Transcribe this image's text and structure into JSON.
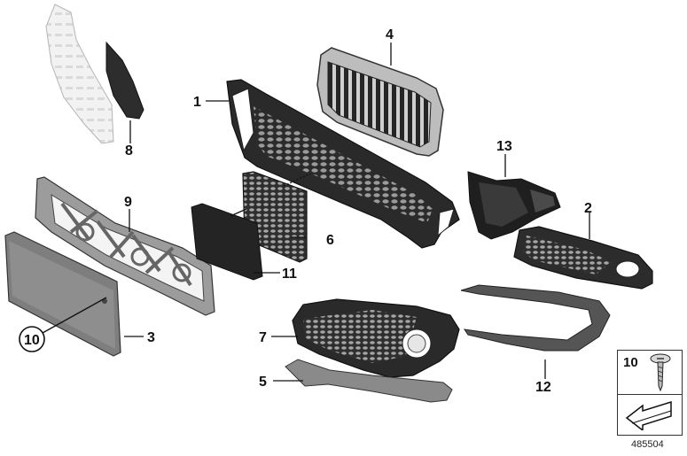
{
  "callouts": {
    "c1": "1",
    "c2": "2",
    "c3": "3",
    "c4": "4",
    "c5": "5",
    "c6": "6",
    "c7": "7",
    "c8": "8",
    "c9": "9",
    "c10": "10",
    "c11": "11",
    "c12": "12",
    "c13": "13"
  },
  "legend": {
    "part_number": "10",
    "screw_icon": "screw-icon",
    "arrow_icon": "arrow-icon"
  },
  "diagram_id": "485504",
  "colors": {
    "dark_part": "#2e2e2e",
    "grey_part": "#8a8a8a",
    "light_part": "#e8e8e8",
    "line": "#111111"
  }
}
